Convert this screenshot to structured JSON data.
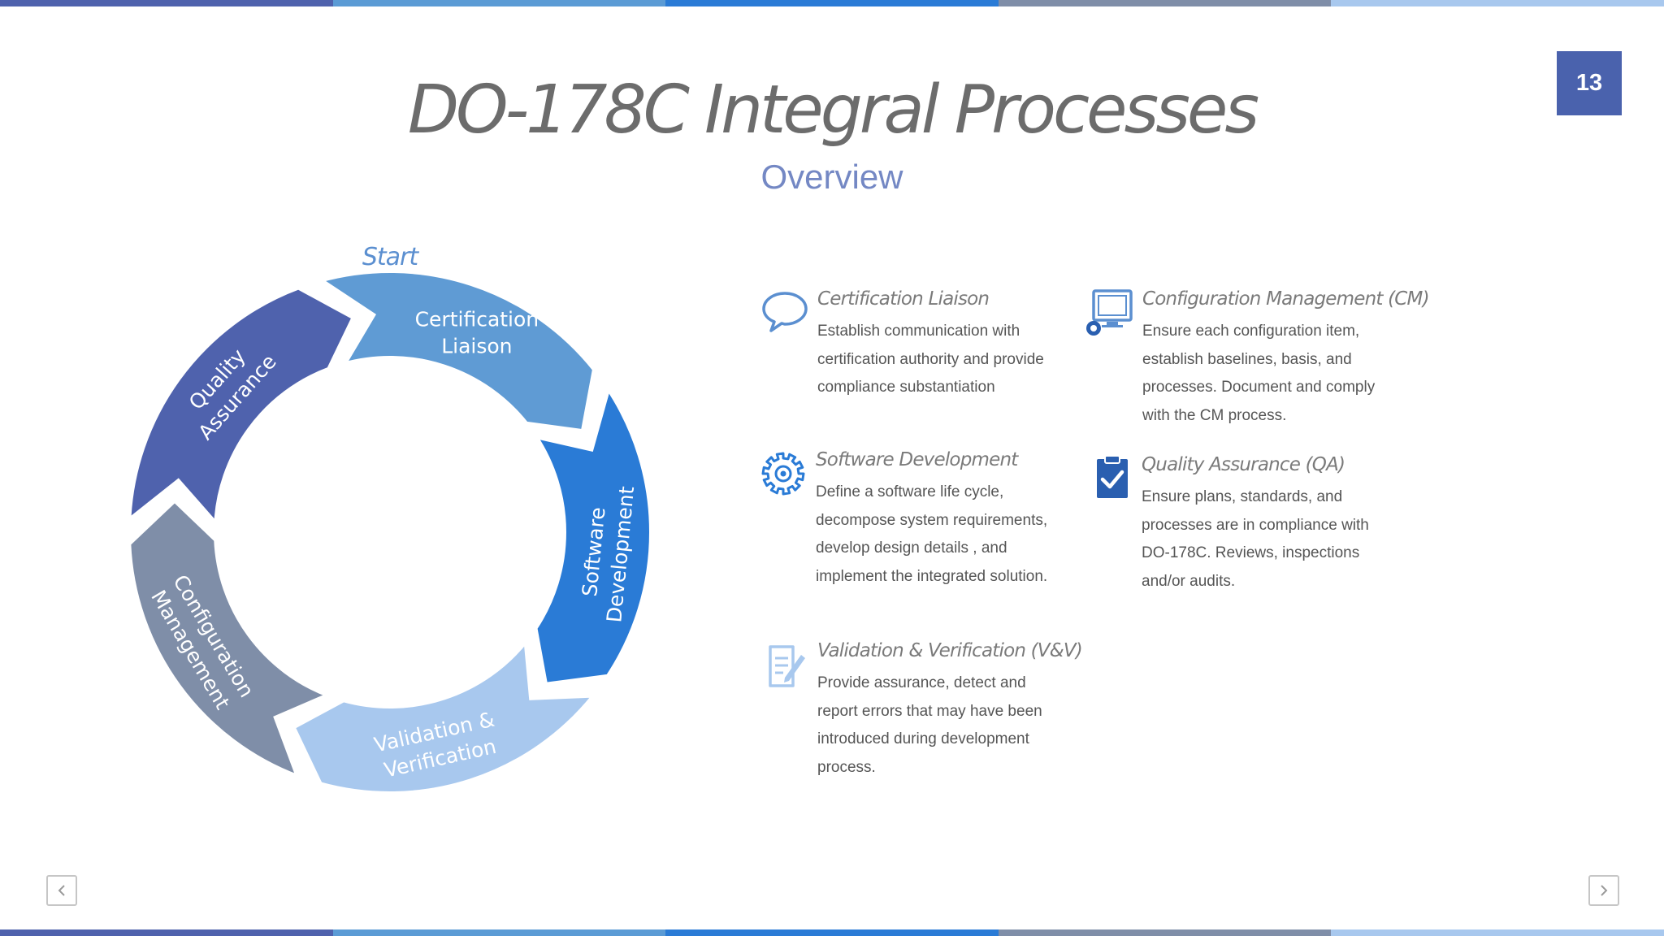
{
  "slide": {
    "page_number": "13",
    "title": "DO-178C Integral Processes",
    "subtitle": "Overview"
  },
  "cycle": {
    "start_label": "Start",
    "segments": [
      {
        "lines": [
          "Certification",
          "Liaison"
        ],
        "color": "#5f9bd4"
      },
      {
        "lines": [
          "Software",
          "Development"
        ],
        "color": "#2a7bd6"
      },
      {
        "lines": [
          "Validation &",
          "Verification"
        ],
        "color": "#a8c8ee"
      },
      {
        "lines": [
          "Configuration",
          "Management"
        ],
        "color": "#7f8ea8"
      },
      {
        "lines": [
          "Quality",
          "Assurance"
        ],
        "color": "#4f62ad"
      }
    ]
  },
  "features": {
    "cert": {
      "title": "Certification Liaison",
      "text": "Establish communication with certification authority and provide compliance substantiation",
      "icon": "speech-bubble-icon"
    },
    "cm": {
      "title": "Configuration Management (CM)",
      "text": "Ensure each configuration item, establish baselines, basis, and processes. Document and comply with the CM process.",
      "icon": "monitor-gear-icon"
    },
    "sw": {
      "title": "Software Development",
      "text": "Define a software life cycle, decompose system requirements, develop design details , and implement the integrated solution.",
      "icon": "gear-icon"
    },
    "qa": {
      "title": "Quality Assurance (QA)",
      "text": "Ensure plans, standards, and processes are in compliance with DO-178C. Reviews, inspections and/or audits.",
      "icon": "clipboard-check-icon"
    },
    "vv": {
      "title": "Validation & Verification (V&V)",
      "text": "Provide assurance, detect and report errors that may have been introduced during development process.",
      "icon": "document-pencil-icon"
    }
  },
  "colors": {
    "accent": "#4a62ad",
    "stripes": [
      "#4f62ad",
      "#5b9bd5",
      "#2a7bd6",
      "#7f8ea8",
      "#a8c8ee"
    ]
  },
  "nav": {
    "prev_icon": "chevron-left-icon",
    "next_icon": "chevron-right-icon"
  }
}
